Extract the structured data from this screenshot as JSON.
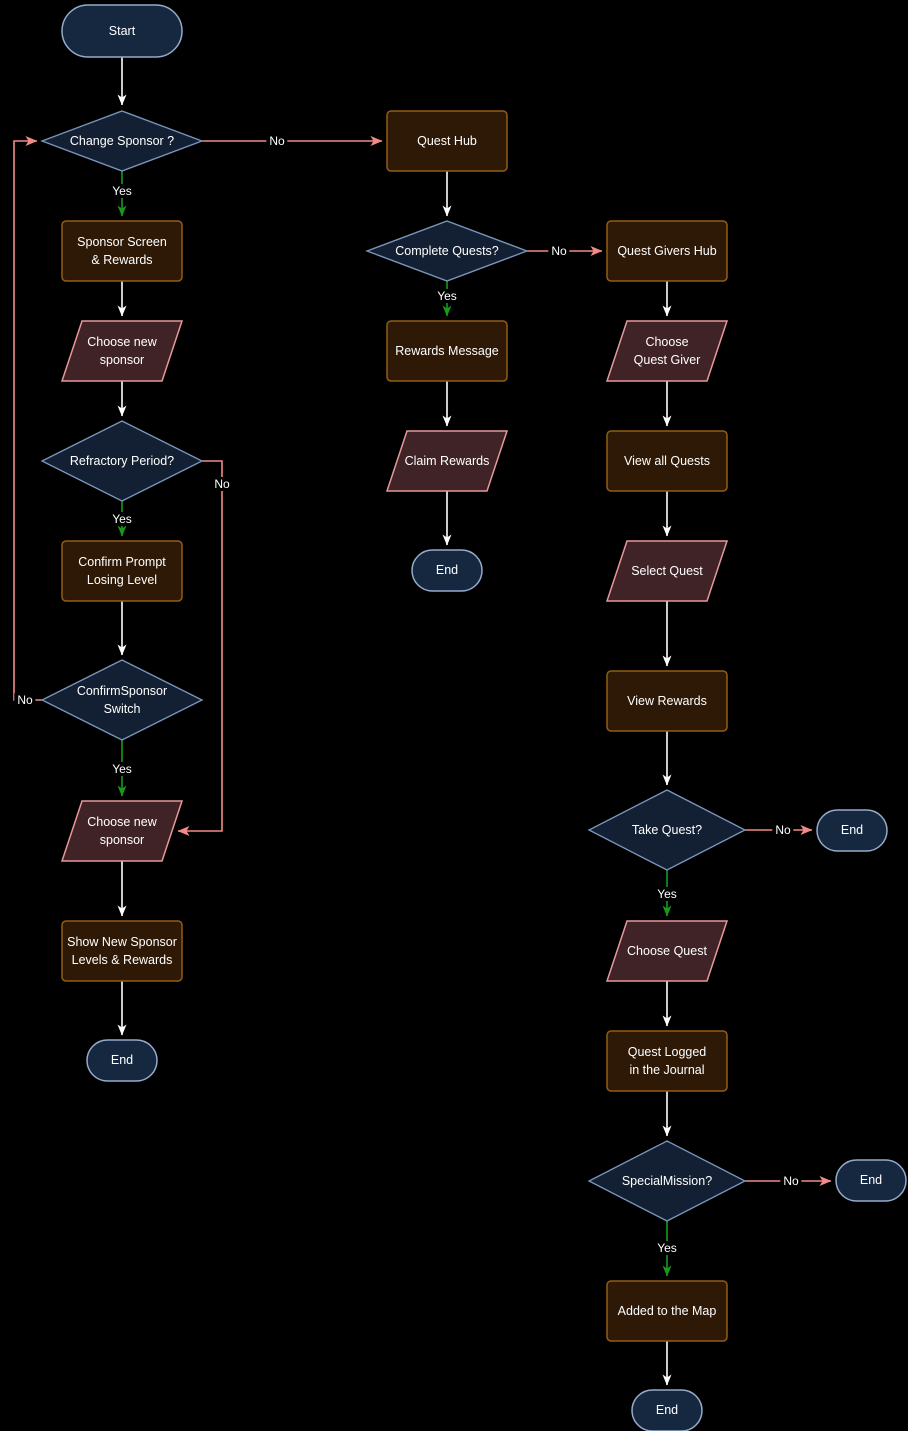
{
  "background": "#000000",
  "colors": {
    "background": "#000000",
    "text": "#ffffff",
    "decision_fill": "#132033",
    "decision_border": "#7b97bd",
    "terminal_fill": "#152840",
    "terminal_border": "#95abca",
    "process_fill": "#2d1906",
    "process_border": "#945c15",
    "io_fill": "#3f2327",
    "io_border": "#e8989a",
    "edge_default": "#ffffff",
    "edge_yes": "#189a18",
    "edge_no": "#f28b87"
  },
  "labels": {
    "yes": "Yes",
    "no": "No"
  },
  "nodes": {
    "start": {
      "type": "terminal",
      "label": "Start"
    },
    "change_sponsor": {
      "type": "decision",
      "label": "Change Sponsor ?"
    },
    "sponsor_screen": {
      "type": "process",
      "label": "Sponsor Screen\n& Rewards"
    },
    "choose_sponsor_1": {
      "type": "io",
      "label": "Choose new\nsponsor"
    },
    "refractory": {
      "type": "decision",
      "label": "Refractory Period?"
    },
    "confirm_prompt": {
      "type": "process",
      "label": "Confirm Prompt\nLosing Level"
    },
    "confirm_switch": {
      "type": "decision",
      "label": "ConfirmSponsor\nSwitch"
    },
    "choose_sponsor_2": {
      "type": "io",
      "label": "Choose new\nsponsor"
    },
    "show_new_sponsor": {
      "type": "process",
      "label": "Show New Sponsor\nLevels & Rewards"
    },
    "end_1": {
      "type": "terminal",
      "label": "End"
    },
    "quest_hub": {
      "type": "process",
      "label": "Quest Hub"
    },
    "complete_quests": {
      "type": "decision",
      "label": "Complete Quests?"
    },
    "rewards_message": {
      "type": "process",
      "label": "Rewards Message"
    },
    "claim_rewards": {
      "type": "io",
      "label": "Claim Rewards"
    },
    "end_2": {
      "type": "terminal",
      "label": "End"
    },
    "quest_givers_hub": {
      "type": "process",
      "label": "Quest Givers Hub"
    },
    "choose_quest_giver": {
      "type": "io",
      "label": "Choose\nQuest Giver"
    },
    "view_all_quests": {
      "type": "process",
      "label": "View all Quests"
    },
    "select_quest": {
      "type": "io",
      "label": "Select Quest"
    },
    "view_rewards": {
      "type": "process",
      "label": "View Rewards"
    },
    "take_quest": {
      "type": "decision",
      "label": "Take Quest?"
    },
    "end_3": {
      "type": "terminal",
      "label": "End"
    },
    "choose_quest": {
      "type": "io",
      "label": "Choose Quest"
    },
    "quest_logged": {
      "type": "process",
      "label": "Quest Logged\nin the Journal"
    },
    "special_mission": {
      "type": "decision",
      "label": "SpecialMission?"
    },
    "end_4": {
      "type": "terminal",
      "label": "End"
    },
    "added_to_map": {
      "type": "process",
      "label": "Added to the Map"
    },
    "end_5": {
      "type": "terminal",
      "label": "End"
    }
  },
  "edges": [
    {
      "from": "start",
      "to": "change_sponsor",
      "label": ""
    },
    {
      "from": "change_sponsor",
      "to": "quest_hub",
      "label": "No"
    },
    {
      "from": "change_sponsor",
      "to": "sponsor_screen",
      "label": "Yes"
    },
    {
      "from": "sponsor_screen",
      "to": "choose_sponsor_1",
      "label": ""
    },
    {
      "from": "choose_sponsor_1",
      "to": "refractory",
      "label": ""
    },
    {
      "from": "refractory",
      "to": "confirm_prompt",
      "label": "Yes"
    },
    {
      "from": "refractory",
      "to": "choose_sponsor_2",
      "label": "No"
    },
    {
      "from": "confirm_prompt",
      "to": "confirm_switch",
      "label": ""
    },
    {
      "from": "confirm_switch",
      "to": "change_sponsor",
      "label": "No"
    },
    {
      "from": "confirm_switch",
      "to": "choose_sponsor_2",
      "label": "Yes"
    },
    {
      "from": "choose_sponsor_2",
      "to": "show_new_sponsor",
      "label": ""
    },
    {
      "from": "show_new_sponsor",
      "to": "end_1",
      "label": ""
    },
    {
      "from": "quest_hub",
      "to": "complete_quests",
      "label": ""
    },
    {
      "from": "complete_quests",
      "to": "rewards_message",
      "label": "Yes"
    },
    {
      "from": "complete_quests",
      "to": "quest_givers_hub",
      "label": "No"
    },
    {
      "from": "rewards_message",
      "to": "claim_rewards",
      "label": ""
    },
    {
      "from": "claim_rewards",
      "to": "end_2",
      "label": ""
    },
    {
      "from": "quest_givers_hub",
      "to": "choose_quest_giver",
      "label": ""
    },
    {
      "from": "choose_quest_giver",
      "to": "view_all_quests",
      "label": ""
    },
    {
      "from": "view_all_quests",
      "to": "select_quest",
      "label": ""
    },
    {
      "from": "select_quest",
      "to": "view_rewards",
      "label": ""
    },
    {
      "from": "view_rewards",
      "to": "take_quest",
      "label": ""
    },
    {
      "from": "take_quest",
      "to": "end_3",
      "label": "No"
    },
    {
      "from": "take_quest",
      "to": "choose_quest",
      "label": "Yes"
    },
    {
      "from": "choose_quest",
      "to": "quest_logged",
      "label": ""
    },
    {
      "from": "quest_logged",
      "to": "special_mission",
      "label": ""
    },
    {
      "from": "special_mission",
      "to": "end_4",
      "label": "No"
    },
    {
      "from": "special_mission",
      "to": "added_to_map",
      "label": "Yes"
    },
    {
      "from": "added_to_map",
      "to": "end_5",
      "label": ""
    }
  ]
}
